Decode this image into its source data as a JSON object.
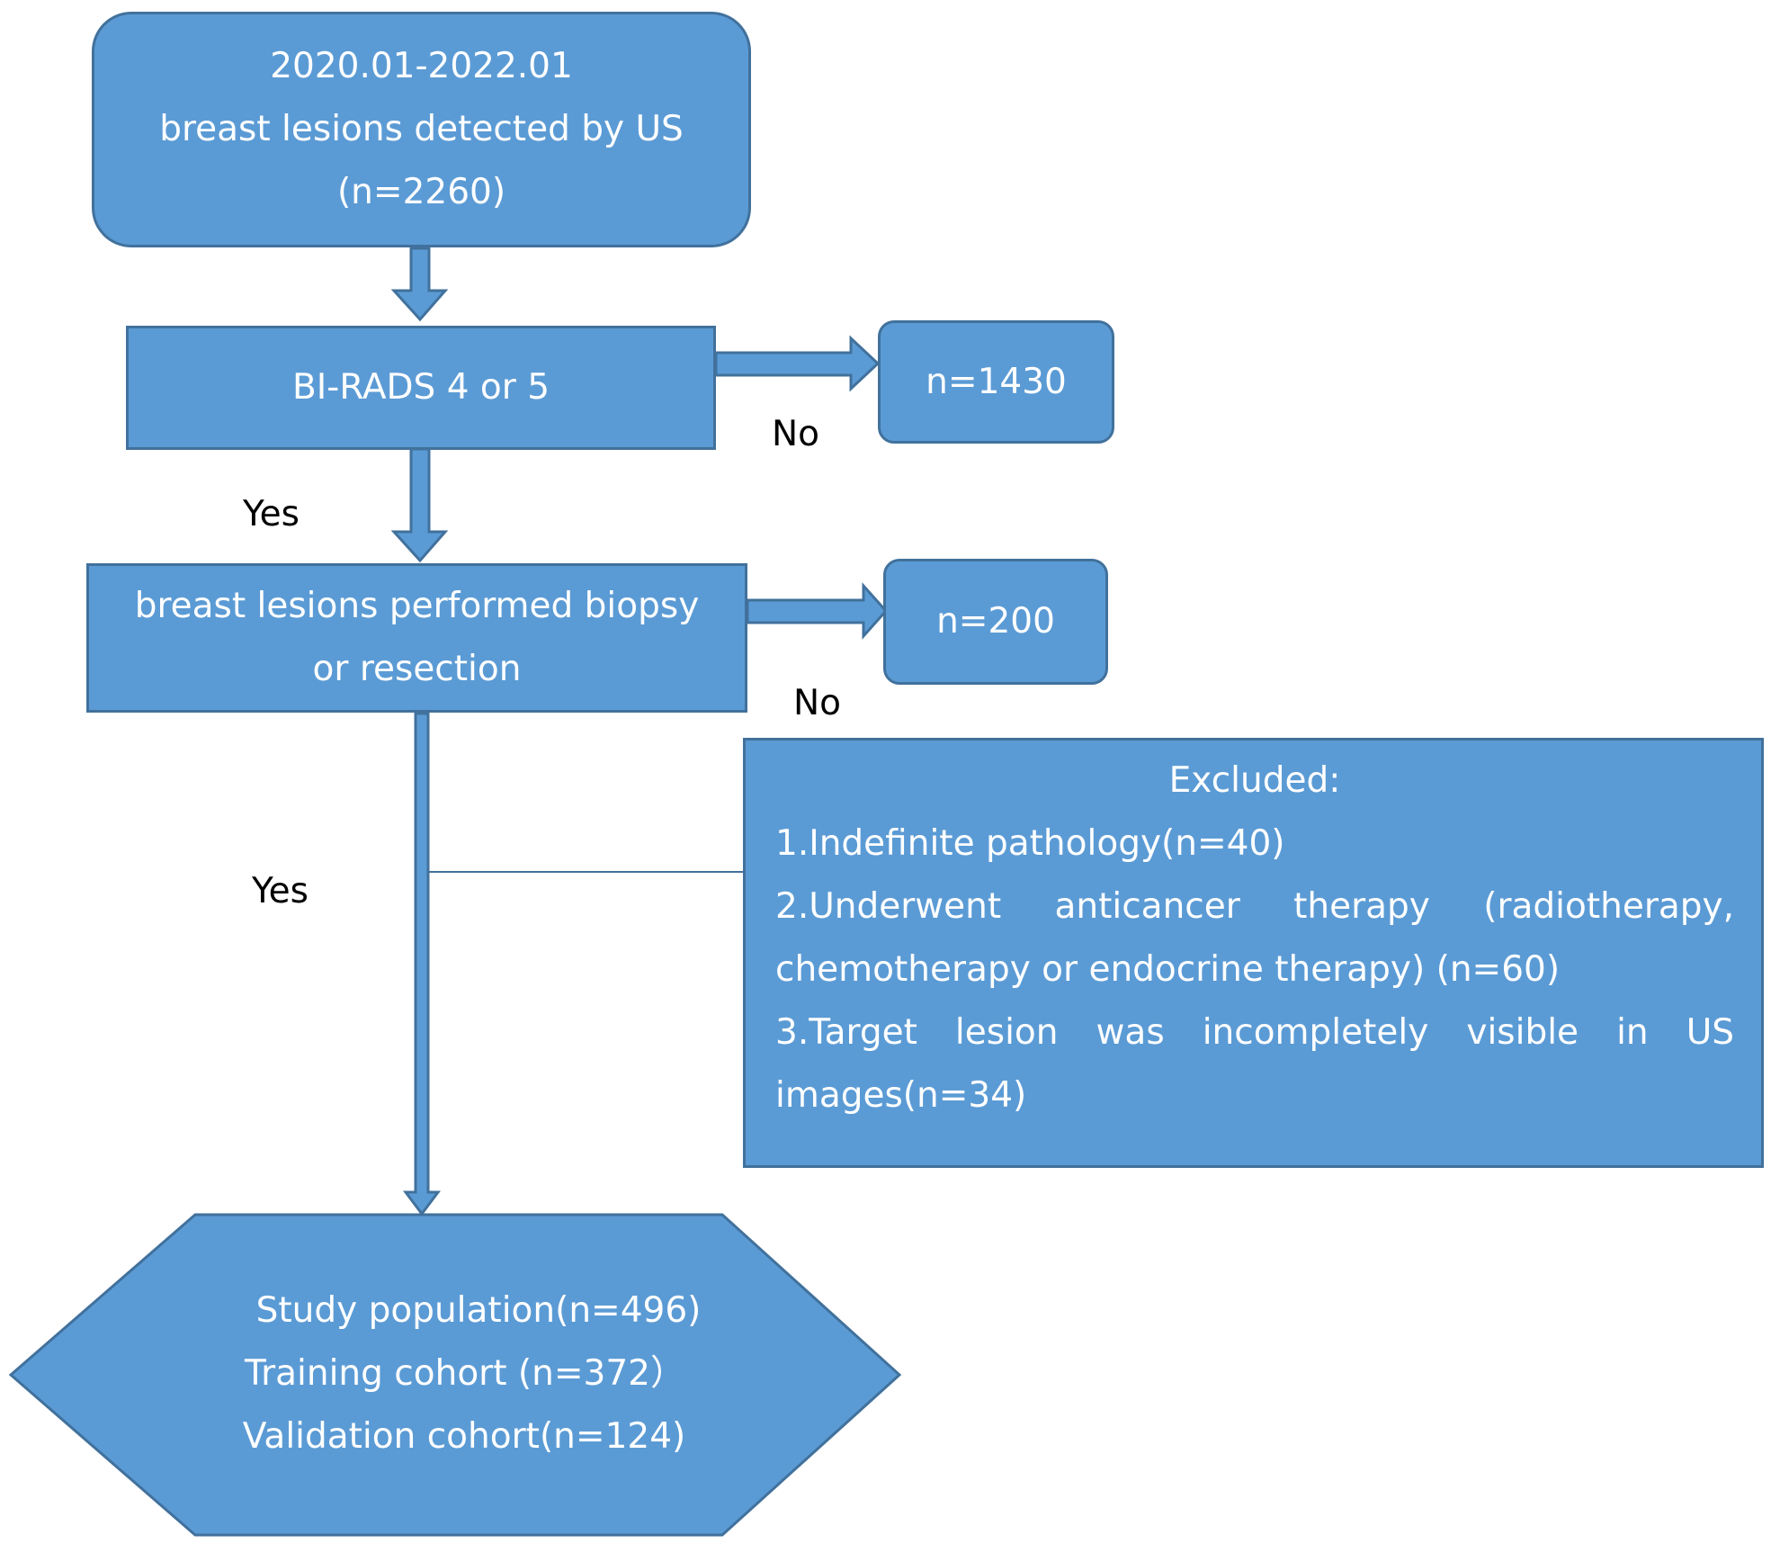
{
  "start": {
    "period": "2020.01-2022.01",
    "label": "breast lesions detected by US",
    "count": "(n=2260)"
  },
  "birads": {
    "label": "BI-RADS 4 or 5"
  },
  "birads_no": {
    "label": "No",
    "count": "n=1430"
  },
  "birads_yes": {
    "label": "Yes"
  },
  "biopsy": {
    "line1": "breast lesions performed biopsy",
    "line2": "or resection"
  },
  "biopsy_no": {
    "label": "No",
    "count": "n=200"
  },
  "biopsy_yes": {
    "label": "Yes"
  },
  "excluded": {
    "title": "Excluded:",
    "item1": "1.Indefinite pathology(n=40)",
    "item2_line1": "2.Underwent anticancer therapy (radiotherapy,",
    "item2_line2": "chemotherapy or endocrine therapy) (n=60)",
    "item3_line1": "3.Target lesion was incompletely visible in US",
    "item3_line2": "images(n=34)"
  },
  "final": {
    "study": "Study population(n=496)",
    "training": "Training cohort (n=372）",
    "validation": "Validation cohort(n=124)"
  },
  "colors": {
    "fill": "#5b9bd5",
    "stroke": "#41719c",
    "connector": "#5b9bd5"
  }
}
